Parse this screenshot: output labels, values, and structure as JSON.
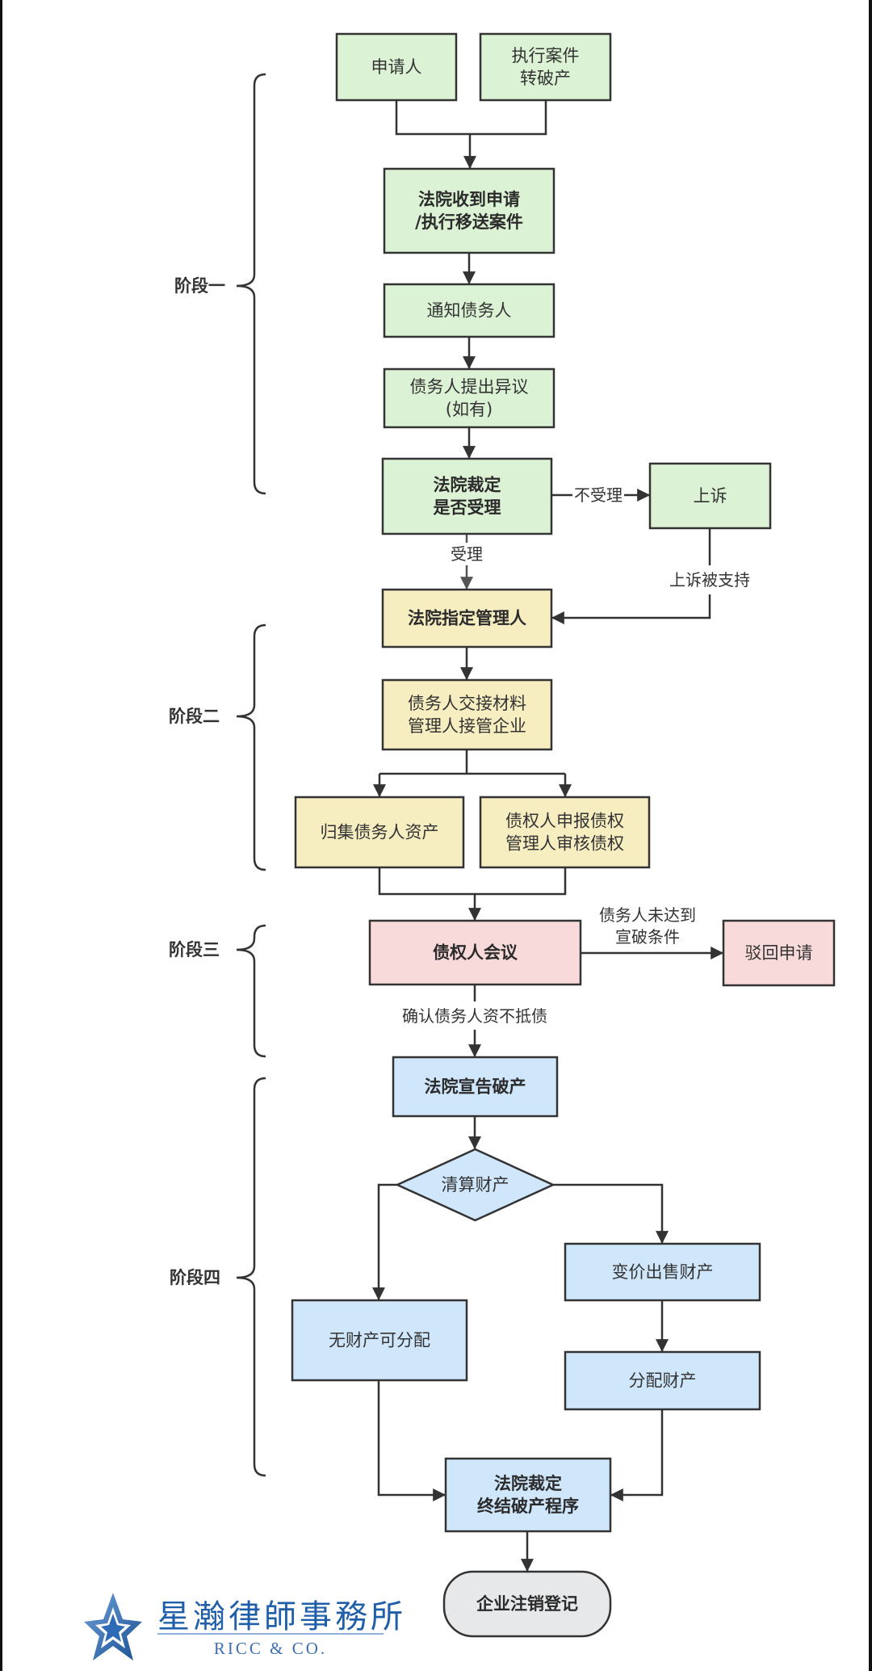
{
  "title": "企业破产流程图",
  "colors": {
    "stage1": "#dcf2d4",
    "stage2": "#f6edc0",
    "stage3": "#f9dada",
    "stage4": "#cfe6fb",
    "end": "#e6e8ea",
    "stroke": "#333333",
    "logo_blue": "#1f5ea8"
  },
  "stages": [
    {
      "id": "s1",
      "label": "阶段一"
    },
    {
      "id": "s2",
      "label": "阶段二"
    },
    {
      "id": "s3",
      "label": "阶段三"
    },
    {
      "id": "s4",
      "label": "阶段四"
    }
  ],
  "nodes": [
    {
      "id": "applicant",
      "stage": "stage1",
      "lines": [
        "申请人"
      ],
      "bold": false
    },
    {
      "id": "execution_case",
      "stage": "stage1",
      "lines": [
        "执行案件",
        "转破产"
      ],
      "bold": false
    },
    {
      "id": "court_receives",
      "stage": "stage1",
      "lines": [
        "法院收到申请",
        "/执行移送案件"
      ],
      "bold": true
    },
    {
      "id": "notify_debtor",
      "stage": "stage1",
      "lines": [
        "通知债务人"
      ],
      "bold": false
    },
    {
      "id": "debtor_objection",
      "stage": "stage1",
      "lines": [
        "债务人提出异议",
        "(如有)"
      ],
      "bold": false
    },
    {
      "id": "court_ruling_accept",
      "stage": "stage1",
      "lines": [
        "法院裁定",
        "是否受理"
      ],
      "bold": true
    },
    {
      "id": "appeal",
      "stage": "stage1",
      "lines": [
        "上诉"
      ],
      "bold": false
    },
    {
      "id": "court_appoints_admin",
      "stage": "stage2",
      "lines": [
        "法院指定管理人"
      ],
      "bold": true
    },
    {
      "id": "handover",
      "stage": "stage2",
      "lines": [
        "债务人交接材料",
        "管理人接管企业"
      ],
      "bold": false
    },
    {
      "id": "collect_assets",
      "stage": "stage2",
      "lines": [
        "归集债务人资产"
      ],
      "bold": false
    },
    {
      "id": "claims",
      "stage": "stage2",
      "lines": [
        "债权人申报债权",
        "管理人审核债权"
      ],
      "bold": false
    },
    {
      "id": "creditors_meeting",
      "stage": "stage3",
      "lines": [
        "债权人会议"
      ],
      "bold": true
    },
    {
      "id": "dismiss",
      "stage": "stage3",
      "lines": [
        "驳回申请"
      ],
      "bold": false
    },
    {
      "id": "declare_bankruptcy",
      "stage": "stage4",
      "lines": [
        "法院宣告破产"
      ],
      "bold": true
    },
    {
      "id": "liquidate",
      "stage": "stage4",
      "lines": [
        "清算财产"
      ],
      "bold": false,
      "shape": "diamond"
    },
    {
      "id": "sell_assets",
      "stage": "stage4",
      "lines": [
        "变价出售财产"
      ],
      "bold": false
    },
    {
      "id": "no_assets",
      "stage": "stage4",
      "lines": [
        "无财产可分配"
      ],
      "bold": false
    },
    {
      "id": "distribute",
      "stage": "stage4",
      "lines": [
        "分配财产"
      ],
      "bold": false
    },
    {
      "id": "terminate",
      "stage": "stage4",
      "lines": [
        "法院裁定",
        "终结破产程序"
      ],
      "bold": true
    },
    {
      "id": "deregister",
      "stage": "end",
      "lines": [
        "企业注销登记"
      ],
      "bold": true,
      "shape": "terminal"
    }
  ],
  "edges": [
    {
      "from": "applicant",
      "to": "court_receives",
      "label": ""
    },
    {
      "from": "execution_case",
      "to": "court_receives",
      "label": ""
    },
    {
      "from": "court_receives",
      "to": "notify_debtor",
      "label": ""
    },
    {
      "from": "notify_debtor",
      "to": "debtor_objection",
      "label": ""
    },
    {
      "from": "debtor_objection",
      "to": "court_ruling_accept",
      "label": ""
    },
    {
      "from": "court_ruling_accept",
      "to": "appeal",
      "label": "不受理"
    },
    {
      "from": "court_ruling_accept",
      "to": "court_appoints_admin",
      "label": "受理"
    },
    {
      "from": "appeal",
      "to": "court_appoints_admin",
      "label": "上诉被支持"
    },
    {
      "from": "court_appoints_admin",
      "to": "handover",
      "label": ""
    },
    {
      "from": "handover",
      "to": "collect_assets",
      "label": ""
    },
    {
      "from": "handover",
      "to": "claims",
      "label": ""
    },
    {
      "from": "collect_assets",
      "to": "creditors_meeting",
      "label": ""
    },
    {
      "from": "claims",
      "to": "creditors_meeting",
      "label": ""
    },
    {
      "from": "creditors_meeting",
      "to": "dismiss",
      "label": "债务人未达到\n宣破条件"
    },
    {
      "from": "creditors_meeting",
      "to": "declare_bankruptcy",
      "label": "确认债务人资不抵债"
    },
    {
      "from": "declare_bankruptcy",
      "to": "liquidate",
      "label": ""
    },
    {
      "from": "liquidate",
      "to": "no_assets",
      "label": ""
    },
    {
      "from": "liquidate",
      "to": "sell_assets",
      "label": ""
    },
    {
      "from": "sell_assets",
      "to": "distribute",
      "label": ""
    },
    {
      "from": "no_assets",
      "to": "terminate",
      "label": ""
    },
    {
      "from": "distribute",
      "to": "terminate",
      "label": ""
    },
    {
      "from": "terminate",
      "to": "deregister",
      "label": ""
    }
  ],
  "logo": {
    "icon": "star-icon",
    "name_cn": "星瀚律師事務所",
    "name_en": "RICC & CO."
  }
}
